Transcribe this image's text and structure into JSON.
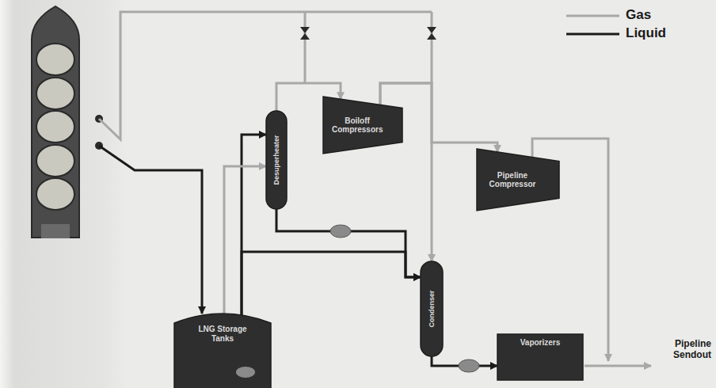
{
  "diagram": {
    "nodes": [
      {
        "text": [
          "Desuperheater"
        ]
      },
      {
        "text": [
          "Boiloff Compressors"
        ]
      },
      {
        "text": [
          "Pipeline Compressor"
        ]
      },
      {
        "text": [
          "LNG Storage Tanks"
        ]
      },
      {
        "text": [
          "Condenser"
        ]
      },
      {
        "text": [
          "Vaporizers"
        ]
      }
    ],
    "edges": [
      {
        "from": 3,
        "to": 0,
        "arrow": "to"
      },
      {
        "from": 3,
        "to": 0,
        "arrow": "to"
      },
      {
        "from": 0,
        "to": 1,
        "arrow": "to"
      },
      {
        "from": 1,
        "to": 4,
        "arrow": "to"
      },
      {
        "from": 0,
        "to": 4,
        "arrow": "to"
      },
      {
        "from": 3,
        "to": 4,
        "arrow": "to"
      },
      {
        "from": 1,
        "to": 2,
        "arrow": "to"
      },
      {
        "from": 4,
        "to": 5,
        "arrow": "to"
      }
    ],
    "labels": [
      "Pipeline Sendout"
    ],
    "legend": [
      {
        "text": "Gas"
      },
      {
        "text": "Liquid"
      }
    ]
  }
}
